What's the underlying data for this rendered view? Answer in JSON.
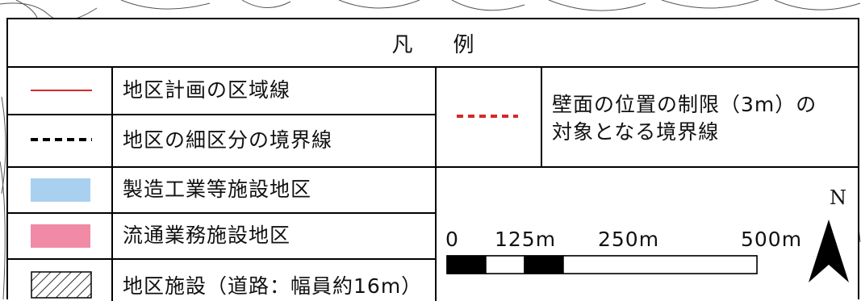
{
  "legend": {
    "title_chars": [
      "凡",
      "例"
    ],
    "rows_left": [
      {
        "label": "地区計画の区域線",
        "symbol": "solid-line",
        "color": "#d42a2a"
      },
      {
        "label": "地区の細区分の境界線",
        "symbol": "dashed-line",
        "color": "#000000"
      },
      {
        "label": "製造工業等施設地区",
        "symbol": "fill",
        "color": "#a9d0ee"
      },
      {
        "label": "流通業務施設地区",
        "symbol": "fill",
        "color": "#f08aa5"
      },
      {
        "label": "地区施設（道路：幅員約16m）",
        "symbol": "hatch",
        "color": "#000000"
      }
    ],
    "wall_limit": {
      "line1": "壁面の位置の制限（3m）の",
      "line2": "対象となる境界線",
      "symbol": "dashed-line",
      "color": "#d42a2a"
    },
    "scale_bar": {
      "labels": [
        "0",
        "125m",
        "250m",
        "500m"
      ],
      "ticks_m": [
        0,
        125,
        250,
        500
      ],
      "segment_fills": [
        "black",
        "white",
        "black",
        "white"
      ]
    },
    "north_arrow": {
      "label": "N",
      "icon": "north-arrow-icon"
    }
  }
}
